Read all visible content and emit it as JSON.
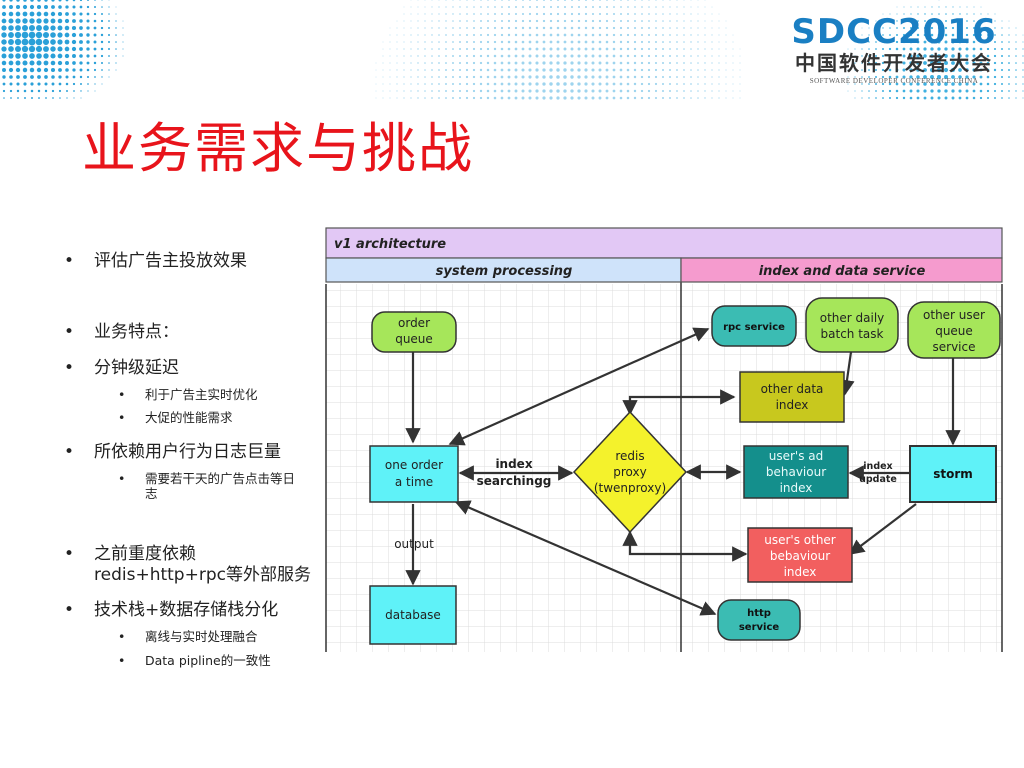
{
  "logo": {
    "main": "SDCC2016",
    "cn": "中国软件开发者大会",
    "en": "SOFTWARE DEVELOPER CONFERENCE CHINA"
  },
  "slide_title": "业务需求与挑战",
  "bullets": [
    {
      "text": "评估广告主投放效果",
      "sub": []
    },
    {
      "text": "业务特点：",
      "sub": []
    },
    {
      "text": "分钟级延迟",
      "sub": [
        "利于广告主实时优化",
        "大促的性能需求"
      ]
    },
    {
      "text": "所依赖用户行为日志巨量",
      "sub": [
        "需要若干天的广告点击等日志"
      ]
    },
    {
      "text": "之前重度依赖redis+http+rpc等外部服务",
      "sub": []
    },
    {
      "text": "技术栈+数据存储栈分化",
      "sub": [
        "离线与实时处理融合",
        "Data pipline的一致性"
      ]
    }
  ],
  "diagram": {
    "header": "v1 architecture",
    "section_left": "system processing",
    "section_right": "index and data service",
    "nodes": {
      "order_queue": [
        "order",
        "queue"
      ],
      "one_order": [
        "one order",
        "a time"
      ],
      "database": [
        "database"
      ],
      "redis_proxy": [
        "redis",
        "proxy",
        "(twenproxy)"
      ],
      "rpc_service": [
        "rpc service"
      ],
      "other_daily": [
        "other daily",
        "batch task"
      ],
      "other_user": [
        "other user",
        "queue",
        "service"
      ],
      "other_data_index": [
        "other data",
        "index"
      ],
      "users_ad": [
        "user's ad",
        "behaviour",
        "index"
      ],
      "storm": [
        "storm"
      ],
      "users_other": [
        "user's other",
        "bebaviour",
        "index"
      ],
      "http_service": [
        "http",
        "service"
      ]
    },
    "labels": {
      "index_searching": [
        "index",
        "searchingg"
      ],
      "output": "output",
      "index_update": [
        "index",
        "update"
      ]
    },
    "colors": {
      "header_bg": "#e2c8f5",
      "left_section_bg": "#cfe3fa",
      "right_section_bg": "#f59bce",
      "lime": "#a6e65a",
      "cyan": "#5ff2f8",
      "yellow_diamond": "#f4f22c",
      "olive": "#c8c81e",
      "teal": "#3bbcb3",
      "dark_teal": "#148f8c",
      "salmon": "#f25f5f"
    }
  }
}
